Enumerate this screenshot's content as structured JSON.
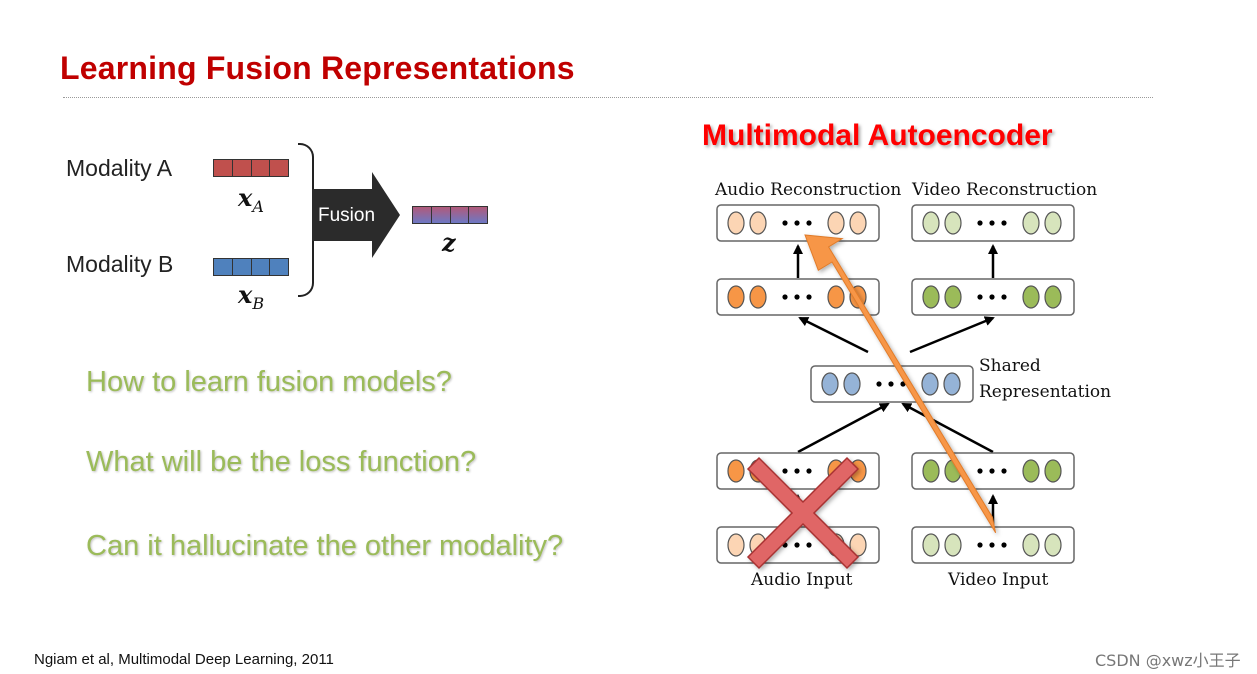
{
  "slide": {
    "title": "Learning Fusion Representations",
    "citation": "Ngiam et al, Multimodal Deep Learning, 2011",
    "watermark": "CSDN @xwz小王子"
  },
  "fusion": {
    "modality_a": "Modality A",
    "modality_b": "Modality B",
    "var_a": "x",
    "var_a_sub": "A",
    "var_b": "x",
    "var_b_sub": "B",
    "fusion_label": "Fusion",
    "output_var": "z",
    "colors": {
      "modality_a": "#c0504d",
      "modality_b": "#4f81bd"
    }
  },
  "questions": [
    "How to learn fusion models?",
    "What will be the loss function?",
    "Can it hallucinate the other modality?"
  ],
  "diagram": {
    "title": "Multimodal Autoencoder",
    "audio_reconstruction": "Audio Reconstruction",
    "video_reconstruction": "Video Reconstruction",
    "shared_line1": "Shared",
    "shared_line2": "Representation",
    "audio_input": "Audio Input",
    "video_input": "Video Input",
    "annotations": {
      "audio_input_crossed_out": true,
      "arrow_from": "video input",
      "arrow_to": "audio reconstruction"
    },
    "colors": {
      "audio_light": "#fcd5b4",
      "audio": "#f79646",
      "video_light": "#d7e4bc",
      "video": "#9bbb59",
      "shared": "#95b3d7",
      "cross": "#e06666",
      "big_arrow": "#f79646"
    }
  }
}
